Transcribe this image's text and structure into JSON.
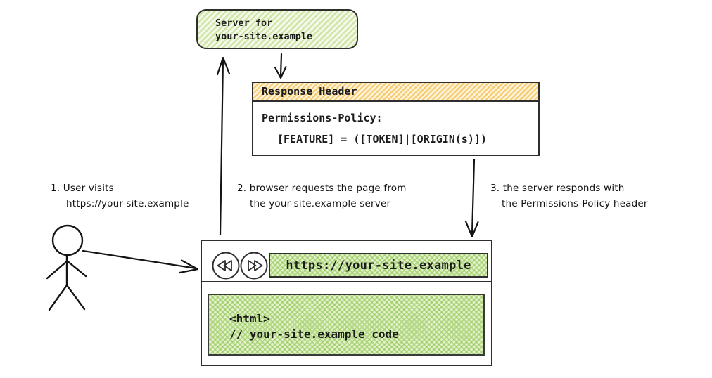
{
  "server_box": {
    "line1": "Server for",
    "line2": "your-site.example"
  },
  "response_header": {
    "title": "Response Header",
    "policy_line1": "Permissions-Policy:",
    "policy_line2": "[FEATURE] = ([TOKEN]|[ORIGIN(s)])"
  },
  "steps": [
    {
      "num": "1.",
      "line1": "User visits",
      "line2": "https://your-site.example"
    },
    {
      "num": "2.",
      "line1": "browser requests the page from",
      "line2": "the your-site.example server"
    },
    {
      "num": "3.",
      "line1": "the server responds with",
      "line2": "the Permissions-Policy header"
    }
  ],
  "browser": {
    "back_icon": "double-chevron-left",
    "forward_icon": "double-chevron-right",
    "url": "https://your-site.example",
    "content_line1": "<html>",
    "content_line2": "// your-site.example code"
  },
  "colors": {
    "green_stripe": "#cfe6a8",
    "orange_stripe": "#f7cb70",
    "hatch_green": "#8bc34a",
    "ink": "#2e2e2e"
  }
}
